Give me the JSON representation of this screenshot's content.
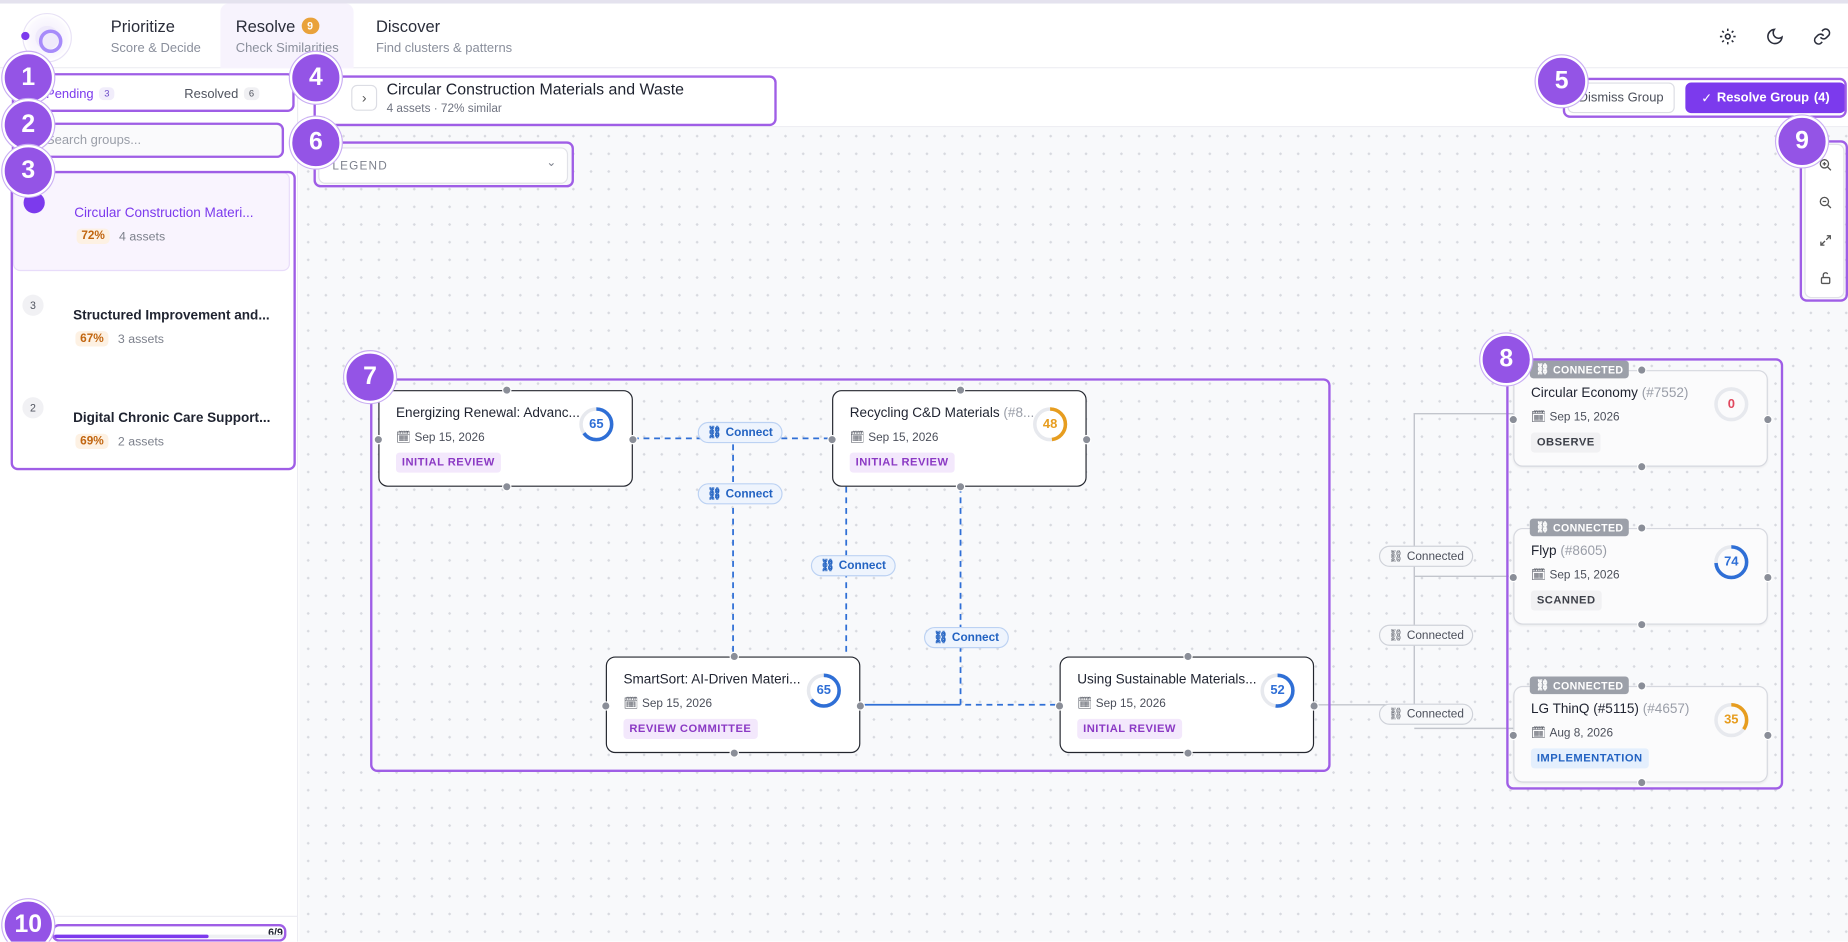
{
  "nav": {
    "tabs": [
      {
        "title": "Prioritize",
        "subtitle": "Score & Decide"
      },
      {
        "title": "Resolve",
        "subtitle": "Check Similarities",
        "badge": "9"
      },
      {
        "title": "Discover",
        "subtitle": "Find clusters & patterns"
      }
    ],
    "icons": [
      "gear-icon",
      "moon-icon",
      "link-icon"
    ]
  },
  "sidebar": {
    "tabs": [
      {
        "label": "Pending",
        "count": "3"
      },
      {
        "label": "Resolved",
        "count": "6"
      }
    ],
    "search_placeholder": "Search groups...",
    "groups": [
      {
        "rank": "",
        "title": "Circular Construction Materi...",
        "pct": "72%",
        "assets": "4 assets"
      },
      {
        "rank": "3",
        "title": "Structured Improvement and...",
        "pct": "67%",
        "assets": "3 assets"
      },
      {
        "rank": "2",
        "title": "Digital Chronic Care Support...",
        "pct": "69%",
        "assets": "2 assets"
      }
    ],
    "progress": {
      "text": "6/9",
      "fraction": 0.667
    }
  },
  "header": {
    "title": "Circular Construction Materials and Waste",
    "subtitle": "4 assets · 72% similar",
    "dismiss": "Dismiss Group",
    "resolve": "Resolve Group",
    "resolve_count": "(4)"
  },
  "legend": {
    "label": "LEGEND"
  },
  "zoom_controls": [
    "zoom-in-icon",
    "zoom-out-icon",
    "fit-view-icon",
    "lock-icon"
  ],
  "group_nodes": [
    {
      "title": "Energizing Renewal: Advanc...",
      "id": "",
      "date": "Sep 15, 2026",
      "tag": "INITIAL REVIEW",
      "score": 65,
      "color": "#2f6fd6"
    },
    {
      "title": "Recycling C&D Materials",
      "id": "(#8...",
      "date": "Sep 15, 2026",
      "tag": "INITIAL REVIEW",
      "score": 48,
      "color": "#e79d1f"
    },
    {
      "title": "SmartSort: AI-Driven Materi...",
      "id": "",
      "date": "Sep 15, 2026",
      "tag": "REVIEW COMMITTEE",
      "score": 65,
      "color": "#2f6fd6"
    },
    {
      "title": "Using Sustainable Materials...",
      "id": "",
      "date": "Sep 15, 2026",
      "tag": "INITIAL REVIEW",
      "score": 52,
      "color": "#2f6fd6"
    }
  ],
  "connected_nodes": [
    {
      "badge": "CONNECTED",
      "title": "Circular Economy",
      "id": "(#7552)",
      "date": "Sep 15, 2026",
      "tag": "OBSERVE",
      "score": 0,
      "color": "#e0485e"
    },
    {
      "badge": "CONNECTED",
      "title": "Flyp",
      "id": "(#8605)",
      "date": "Sep 15, 2026",
      "tag": "SCANNED",
      "score": 74,
      "color": "#2f6fd6"
    },
    {
      "badge": "CONNECTED",
      "title": "LG ThinQ (#5115)",
      "id": "(#4657)",
      "date": "Aug 8, 2026",
      "tag": "IMPLEMENTATION",
      "score": 35,
      "color": "#e79d1f"
    }
  ],
  "edge_labels": {
    "connect": "Connect",
    "connected": "Connected"
  },
  "markers": [
    "1",
    "2",
    "3",
    "4",
    "5",
    "6",
    "7",
    "8",
    "9",
    "10"
  ]
}
